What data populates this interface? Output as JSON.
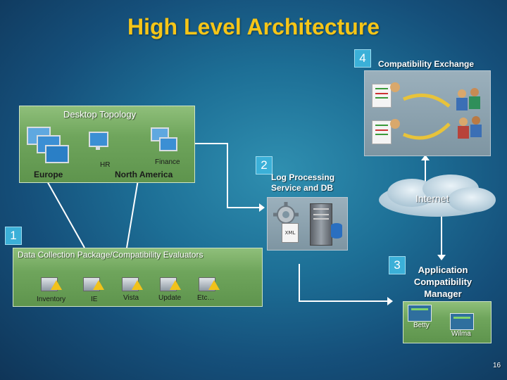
{
  "slide": {
    "title": "High Level Architecture",
    "page_number": "16"
  },
  "compat_exchange": {
    "number": "4",
    "label": "Compatibility Exchange"
  },
  "desktop_topology": {
    "label": "Desktop Topology",
    "europe": "Europe",
    "north_america": "North America",
    "hr": "HR",
    "finance": "Finance"
  },
  "log_processing": {
    "number": "2",
    "line1": "Log Processing",
    "line2": "Service and DB"
  },
  "internet": {
    "label": "Internet"
  },
  "data_collection": {
    "number": "1",
    "label": "Data Collection Package/Compatibility Evaluators",
    "items": [
      "Inventory",
      "IE",
      "Vista",
      "Update",
      "Etc…"
    ]
  },
  "acm": {
    "number": "3",
    "line1": "Application",
    "line2": "Compatibility",
    "line3": "Manager",
    "users": [
      "Betty",
      "Wilma"
    ]
  },
  "colors": {
    "title": "#f5c518",
    "accent": "#3bb0d8",
    "panel": "#6fa55c"
  }
}
